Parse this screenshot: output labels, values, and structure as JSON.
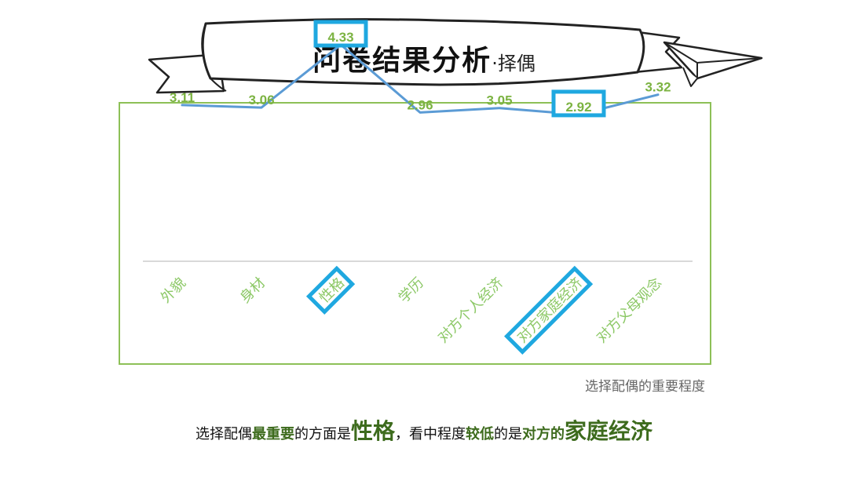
{
  "title": {
    "main": "问卷结果分析",
    "sub": "·择偶"
  },
  "chart_data": {
    "type": "line",
    "categories": [
      "外貌",
      "身材",
      "性格",
      "学历",
      "对方个人经济",
      "对方家庭经济",
      "对方父母观念"
    ],
    "values": [
      3.11,
      3.06,
      4.33,
      2.96,
      3.05,
      2.92,
      3.32
    ],
    "data_labels": [
      "3.11",
      "3.06",
      "4.33",
      "2.96",
      "3.05",
      "2.92",
      "3.32"
    ],
    "highlighted_categories": [
      "性格",
      "对方家庭经济"
    ],
    "highlighted_values": [
      "4.33",
      "2.92"
    ],
    "ylim": [
      0,
      4.6
    ],
    "grid": false,
    "colors": {
      "line": "#5b9bd5",
      "label": "#7cb342",
      "highlight": "#1fa8e0",
      "frame": "#8dc057"
    }
  },
  "caption": "选择配偶的重要程度",
  "summary": {
    "p1": "选择配偶",
    "p2": "最重要",
    "p3": "的方面是",
    "p4": "性格",
    "p5": "，看中程度",
    "p6": "较低",
    "p7": "的是",
    "p8": "对方的",
    "p9": "家庭经济"
  }
}
